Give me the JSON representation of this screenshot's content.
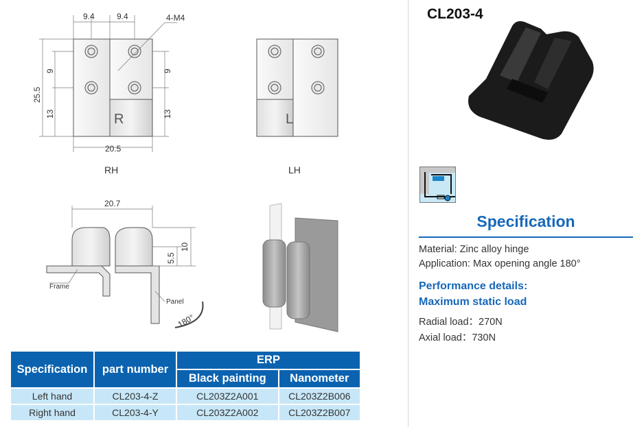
{
  "product": {
    "title": "CL203-4"
  },
  "drawings": {
    "rh": {
      "label": "RH",
      "dim_top_left": "9.4",
      "dim_top_right": "9.4",
      "thread": "4-M4",
      "height": "25.5",
      "hole_pitch": "9",
      "lower": "13",
      "hole_pitch_r": "9",
      "lower_r": "13",
      "width": "20.5",
      "mark": "R"
    },
    "lh": {
      "label": "LH",
      "mark": "L"
    },
    "side": {
      "width": "20.7",
      "h1": "5.5",
      "h2": "10",
      "frame": "Frame",
      "panel": "Panel",
      "angle": "180°"
    }
  },
  "spec": {
    "heading": "Specification",
    "material": "Material: Zinc alloy hinge",
    "application": "Application:  Max opening angle 180°",
    "perf_heading": "Performance details:",
    "load_heading": "Maximum static load",
    "radial": "Radial load：270N",
    "axial": "Axial load：730N"
  },
  "table": {
    "headers": {
      "spec": "Specification",
      "part": "part number",
      "erp": "ERP",
      "black": "Black painting",
      "nano": "Nanometer"
    },
    "rows": [
      {
        "spec": "Left hand",
        "part": "CL203-4-Z",
        "black": "CL203Z2A001",
        "nano": "CL203Z2B006"
      },
      {
        "spec": "Right hand",
        "part": "CL203-4-Y",
        "black": "CL203Z2A002",
        "nano": "CL203Z2B007"
      }
    ]
  },
  "colors": {
    "accent": "#1768b8",
    "table_header": "#0b63b0",
    "table_row": "#c7e7f8"
  }
}
